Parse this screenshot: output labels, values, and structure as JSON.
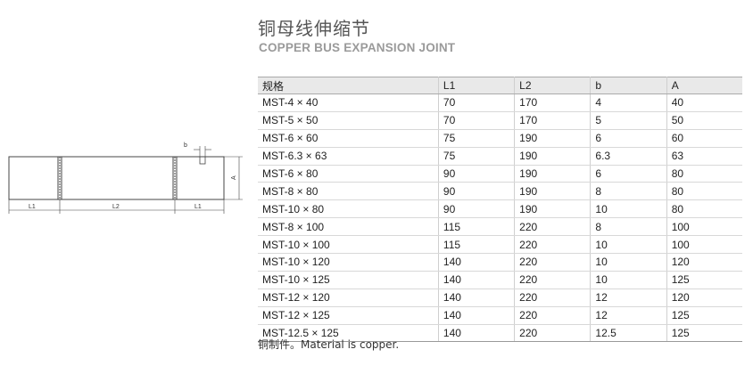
{
  "title_cn": "铜母线伸缩节",
  "title_en": "COPPER BUS EXPANSION JOINT",
  "diagram": {
    "label_b": "b",
    "label_a": "A",
    "label_l1_left": "L1",
    "label_l2": "L2",
    "label_l1_right": "L1"
  },
  "table": {
    "headers": [
      "规格",
      "L1",
      "L2",
      "b",
      "A"
    ],
    "rows": [
      [
        "MST-4 × 40",
        "70",
        "170",
        "4",
        "40"
      ],
      [
        "MST-5 × 50",
        "70",
        "170",
        "5",
        "50"
      ],
      [
        "MST-6 × 60",
        "75",
        "190",
        "6",
        "60"
      ],
      [
        "MST-6.3 × 63",
        "75",
        "190",
        "6.3",
        "63"
      ],
      [
        "MST-6 × 80",
        "90",
        "190",
        "6",
        "80"
      ],
      [
        "MST-8 × 80",
        "90",
        "190",
        "8",
        "80"
      ],
      [
        "MST-10 × 80",
        "90",
        "190",
        "10",
        "80"
      ],
      [
        "MST-8 × 100",
        "115",
        "220",
        "8",
        "100"
      ],
      [
        "MST-10 × 100",
        "115",
        "220",
        "10",
        "100"
      ],
      [
        "MST-10 × 120",
        "140",
        "220",
        "10",
        "120"
      ],
      [
        "MST-10 × 125",
        "140",
        "220",
        "10",
        "125"
      ],
      [
        "MST-12 × 120",
        "140",
        "220",
        "12",
        "120"
      ],
      [
        "MST-12 × 125",
        "140",
        "220",
        "12",
        "125"
      ],
      [
        "MST-12.5 × 125",
        "140",
        "220",
        "12.5",
        "125"
      ]
    ]
  },
  "note": "铜制件。Material is copper."
}
